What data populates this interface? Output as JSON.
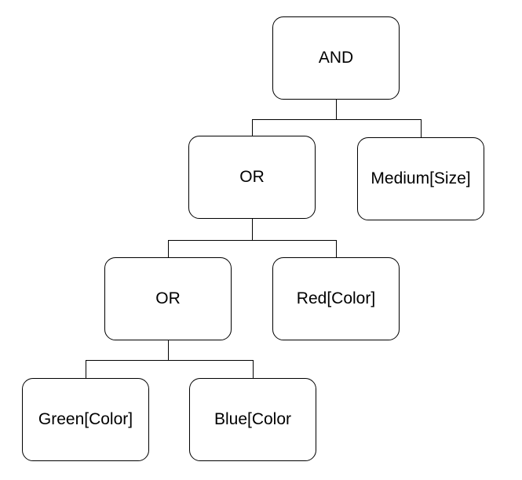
{
  "diagram": {
    "kind": "expression-tree",
    "colors": {
      "background": "#ffffff",
      "node_fill": "#ffffff",
      "node_border": "#000000",
      "connector": "#000000",
      "text": "#000000"
    },
    "tree": {
      "label": "AND",
      "children": [
        {
          "label": "OR",
          "children": [
            {
              "label": "OR",
              "children": [
                {
                  "label": "Green[Color]",
                  "children": []
                },
                {
                  "label": "Blue[Color",
                  "children": []
                }
              ]
            },
            {
              "label": "Red[Color]",
              "children": []
            }
          ]
        },
        {
          "label": "Medium[Size]",
          "children": []
        }
      ]
    }
  }
}
